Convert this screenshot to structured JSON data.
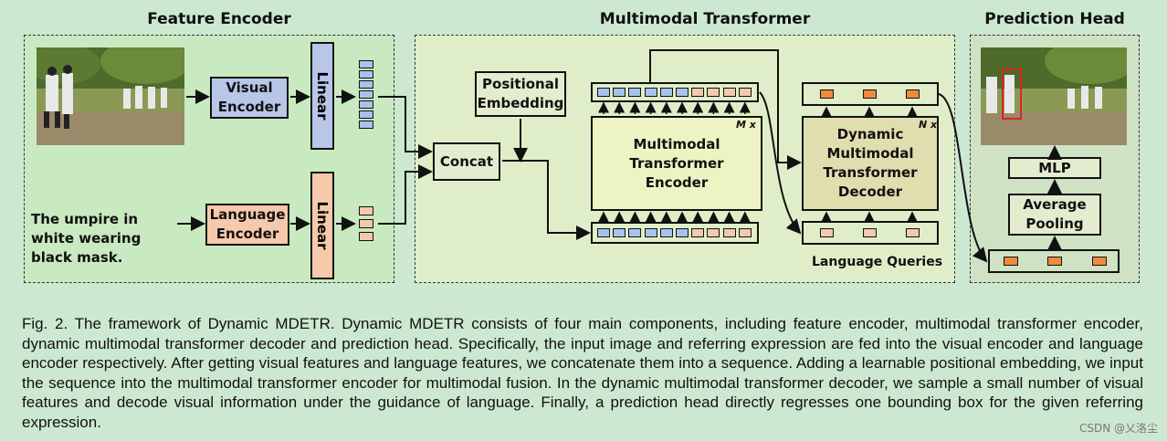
{
  "titles": {
    "feature_encoder": "Feature Encoder",
    "multimodal_transformer": "Multimodal Transformer",
    "prediction_head": "Prediction Head"
  },
  "boxes": {
    "visual_encoder": "Visual Encoder",
    "language_encoder": "Language Encoder",
    "linear_visual": "Linear",
    "linear_language": "Linear",
    "concat": "Concat",
    "positional_embedding": "Positional Embedding",
    "mm_encoder": "Multimodal Transformer Encoder",
    "mm_decoder": "Dynamic Multimodal Transformer Decoder",
    "mlp": "MLP",
    "average_pooling": "Average Pooling"
  },
  "labels": {
    "expression": "The umpire in white wearing black mask.",
    "language_queries": "Language Queries",
    "encoder_repeat": "M x",
    "decoder_repeat": "N x"
  },
  "caption": "Fig. 2. The framework of Dynamic MDETR. Dynamic MDETR consists of four main components, including feature encoder, multimodal transformer encoder, dynamic multimodal transformer decoder and prediction head. Specifically, the input image and referring expression are fed into the visual encoder and language encoder respectively. After getting visual features and language features, we concatenate them into a sequence. Adding a learnable positional embedding, we input the sequence into the multimodal transformer encoder for multimodal fusion. In the dynamic multimodal transformer decoder, we sample a small number of visual features and decode visual information under the guidance of language. Finally, a prediction head directly regresses one bounding box for the given referring expression.",
  "watermark": "CSDN @乂洛尘",
  "colors": {
    "background": "#cde8d0",
    "feature_panel": "#c9eac0",
    "transformer_panel": "#dfeec8",
    "head_panel": "#cfe3c4",
    "visual": "#b8c6e8",
    "language": "#f6c9ac",
    "encoder": "#eef3c4",
    "decoder": "#e0ddae",
    "token_visual": "#a8c2ec",
    "token_language": "#f6c9ac",
    "token_query": "#f08a3e"
  }
}
